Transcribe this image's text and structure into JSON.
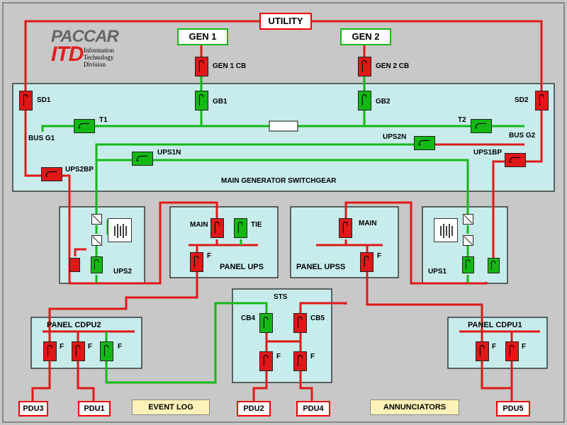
{
  "logo": {
    "brand": "PACCAR",
    "division_abbr": "ITD",
    "division_lines": [
      "Information",
      "Technology",
      "Division"
    ]
  },
  "sources": {
    "utility": "UTILITY",
    "gen1": "GEN 1",
    "gen2": "GEN 2"
  },
  "breakers": {
    "gen1_cb": "GEN 1 CB",
    "gen2_cb": "GEN 2 CB",
    "sd1": "SD1",
    "sd2": "SD2",
    "gb1": "GB1",
    "gb2": "GB2",
    "t1": "T1",
    "t2": "T2",
    "ups2n": "UPS2N",
    "ups1n": "UPS1N",
    "ups1bp": "UPS1BP",
    "ups2bp": "UPS2BP",
    "main": "MAIN",
    "tie": "TIE",
    "f": "F",
    "cb4": "CB4",
    "cb5": "CB5"
  },
  "buses": {
    "bus_g1": "BUS G1",
    "bus_g2": "BUS G2",
    "switchgear": "MAIN GENERATOR SWITCHGEAR"
  },
  "panels": {
    "ups2": "UPS2",
    "ups1": "UPS1",
    "panel_ups": "PANEL UPS",
    "panel_upss": "PANEL UPSS",
    "sts": "STS",
    "panel_cdpu2": "PANEL CDPU2",
    "panel_cdpu1": "PANEL CDPU1"
  },
  "pdus": [
    "PDU3",
    "PDU1",
    "PDU2",
    "PDU4",
    "PDU5"
  ],
  "buttons": {
    "event_log": "EVENT LOG",
    "annunciators": "ANNUNCIATORS"
  },
  "colors": {
    "energized": "#e01818",
    "normal": "#14b814",
    "panel_fill": "#c8ecec",
    "background": "#c8c8c8",
    "button": "#fff2b8"
  }
}
